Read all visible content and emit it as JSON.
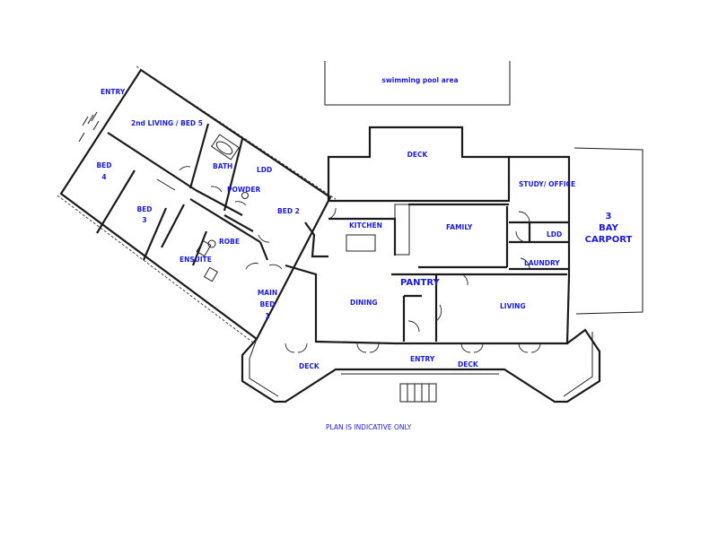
{
  "plan": {
    "rooms": {
      "pool": "swimming pool area",
      "entry_top": "ENTRY",
      "living2_bed5": "2nd LIVING / BED 5",
      "bed4_a": "BED",
      "bed4_b": "4",
      "bath": "BATH",
      "ldy_top": "LDD",
      "powder": "POWDER",
      "bed3_a": "BED",
      "bed3_b": "3",
      "bed2": "BED 2",
      "robe": "ROBE",
      "ensuite": "ENSUITE",
      "main_bed_a": "MAIN",
      "main_bed_b": "BED",
      "main_bed_c": "1",
      "deck_top": "DECK",
      "kitchen": "KITCHEN",
      "family": "FAMILY",
      "study": "STUDY/ OFFICE",
      "ldd_right": "LDD",
      "laundry": "LAUNDRY",
      "carport_a": "3",
      "carport_b": "BAY",
      "carport_c": "CARPORT",
      "pantry": "PANTRY",
      "dining": "DINING",
      "living": "LIVING",
      "deck_left": "DECK",
      "entry_front": "ENTRY",
      "deck_right": "DECK"
    },
    "note": "PLAN IS INDICATIVE ONLY"
  }
}
